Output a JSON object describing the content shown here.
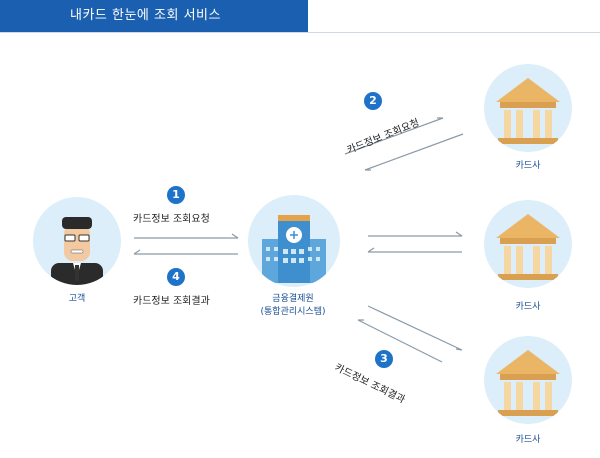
{
  "header": {
    "title": "내카드 한눈에 조회 서비스"
  },
  "nodes": {
    "customer": "고객",
    "hub_line1": "금융결제원",
    "hub_line2": "(통합관리시스템)",
    "card1": "카드사",
    "card2": "카드사",
    "card3": "카드사"
  },
  "steps": {
    "s1": {
      "num": "1",
      "text": "카드정보 조회요청"
    },
    "s2": {
      "num": "2",
      "text": "카드정보 조회요청"
    },
    "s3": {
      "num": "3",
      "text": "카드정보 조회결과"
    },
    "s4": {
      "num": "4",
      "text": "카드정보 조회결과"
    }
  },
  "colors": {
    "header_bg": "#1b5fb0",
    "badge": "#1e73c9",
    "circle_bg": "#dbeefa",
    "label": "#1a4f93"
  }
}
